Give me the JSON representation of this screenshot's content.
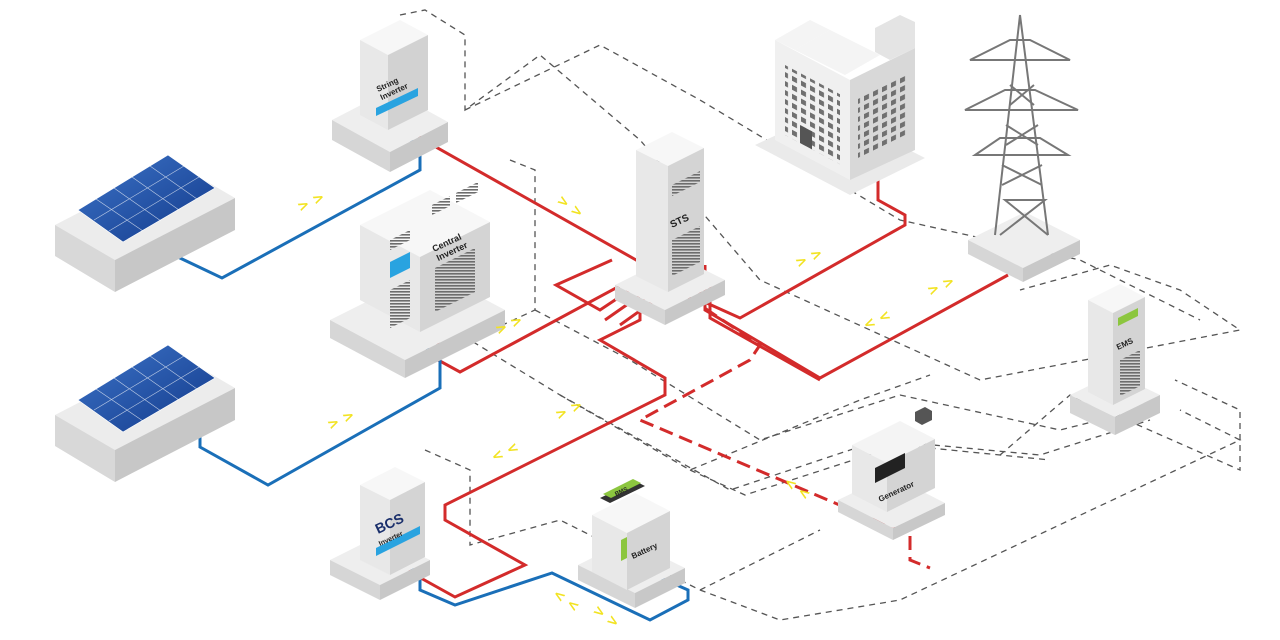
{
  "labels": {
    "string_inverter": [
      "String",
      "Inverter"
    ],
    "central_inverter": [
      "Central",
      "Inverter"
    ],
    "sts": "STS",
    "ems": "EMS",
    "generator": "Generator",
    "bcs": "BCS",
    "bcs_sub": "Inverter",
    "battery": "Battery",
    "bms": "BMS"
  },
  "flow_glyphs": {
    "right": "> >",
    "left": "< <",
    "down": "˅˅",
    "up": "˄˄"
  },
  "colors": {
    "ac_line": "#d32b2b",
    "dc_line": "#1a6fb8",
    "comm_line": "#555555",
    "flow_arrow": "#f2e322",
    "inverter_stripe": "#29a3e0",
    "ems_indicator": "#8cc63f",
    "battery_indicator": "#8cc63f",
    "bms_badge": "#8cc63f",
    "solar_panel": "#1d4fa3",
    "box_light": "#f4f4f4",
    "box_shade": "#d9d9d9"
  }
}
